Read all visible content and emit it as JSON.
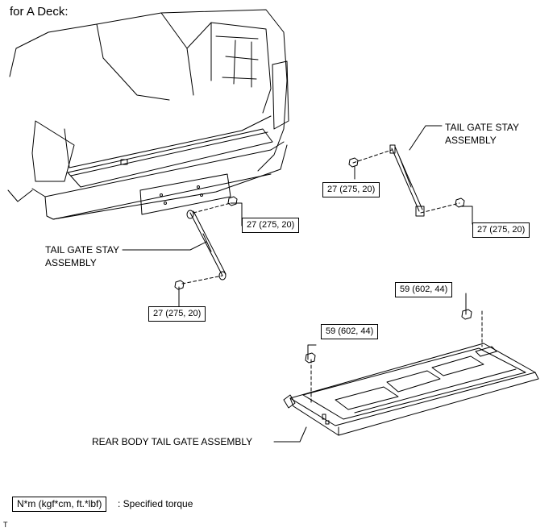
{
  "title": "for A Deck:",
  "labels": {
    "stay_upper": [
      "TAIL GATE STAY",
      "ASSEMBLY"
    ],
    "stay_left": [
      "TAIL GATE STAY",
      "ASSEMBLY"
    ],
    "tail_gate": "REAR BODY TAIL GATE ASSEMBLY"
  },
  "torque": {
    "stay_left_upper": "27 (275, 20)",
    "stay_left_lower": "27 (275, 20)",
    "stay_right_upper": "27 (275, 20)",
    "stay_right_lower": "27 (275, 20)",
    "gate_left": "59 (602, 44)",
    "gate_right": "59 (602, 44)"
  },
  "legend": {
    "unit_box": "N*m (kgf*cm, ft.*lbf)",
    "description": ": Specified torque"
  },
  "figure_id": "T"
}
